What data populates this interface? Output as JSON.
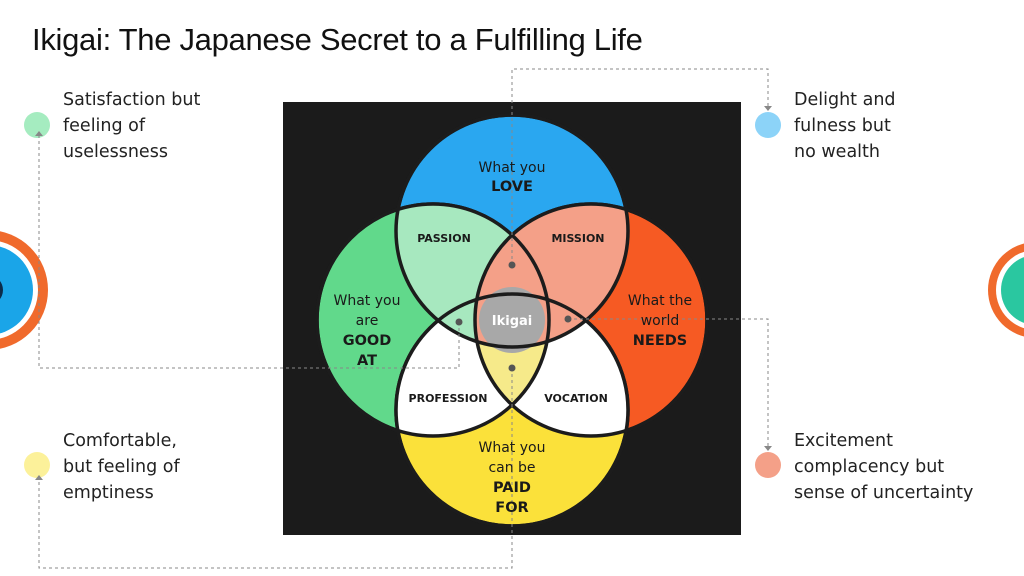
{
  "title": "Ikigai: The Japanese Secret to a Fulfilling Life",
  "colors": {
    "love": "#2aa7f0",
    "good_at": "#61d98b",
    "needs": "#f65a23",
    "paid_for": "#fbe13a",
    "panel": "#1b1b1b",
    "ikigai": "#a8a8a8",
    "badge_orange": "#f06a2c",
    "badge_blue": "#1aa5e8"
  },
  "diagram": {
    "love": [
      "What you",
      "LOVE"
    ],
    "good_at": [
      "What you",
      "are",
      "GOOD",
      "AT"
    ],
    "needs": [
      "What the",
      "world",
      "NEEDS"
    ],
    "paid_for": [
      "What you",
      "can be",
      "PAID",
      "FOR"
    ],
    "passion": "PASSION",
    "mission": "MISSION",
    "profession": "PROFESSION",
    "vocation": "VOCATION",
    "center": "Ikigai"
  },
  "notes": {
    "top_left": {
      "text": "Satisfaction but\nfeeling of\nuselessness",
      "color": "#a5ecc0"
    },
    "top_right": {
      "text": "Delight and\nfulness but\nno wealth",
      "color": "#8cd3f8"
    },
    "bottom_left": {
      "text": "Comfortable,\nbut feeling of\nemptiness",
      "color": "#fcf19a"
    },
    "bottom_right": {
      "text": "Excitement\ncomplacency but\nsense of uncertainty",
      "color": "#f4a088"
    }
  }
}
